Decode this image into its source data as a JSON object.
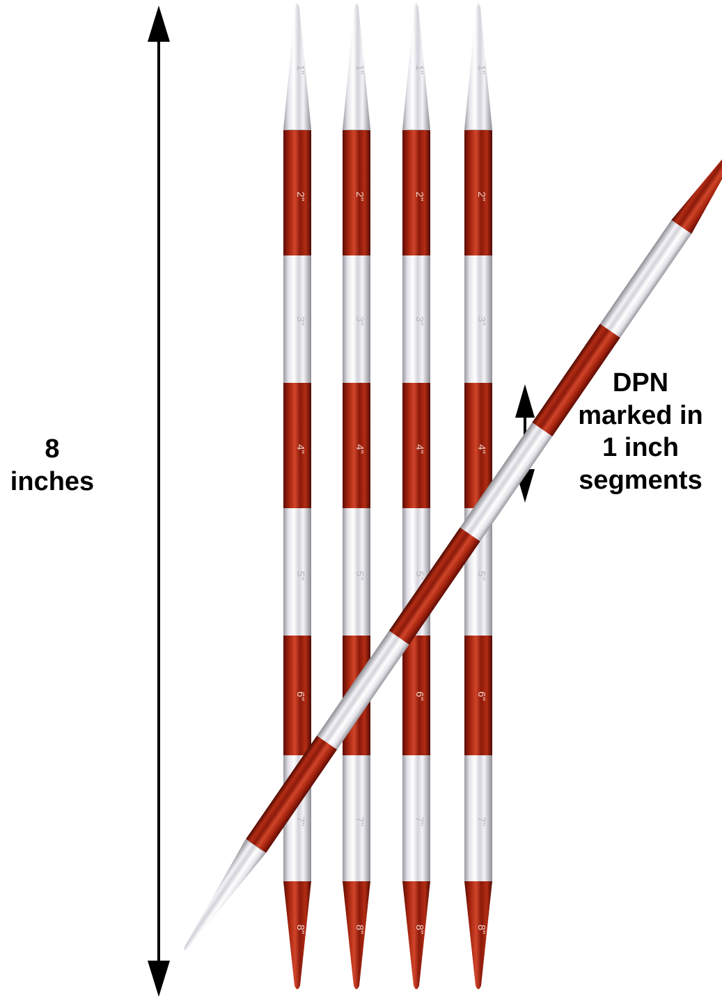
{
  "measurement": {
    "total_length_value": "8",
    "total_length_unit": "inches"
  },
  "callout": {
    "line1": "DPN",
    "line2": "marked in",
    "line3": "1 inch",
    "line4": "segments"
  },
  "needle": {
    "count": 5,
    "segment_marks": [
      "1\"",
      "2\"",
      "3\"",
      "4\"",
      "5\"",
      "6\"",
      "7\"",
      "8\""
    ],
    "colors": {
      "silver": "#e8e6ec",
      "red": "#9a1e10",
      "arrow": "#000000"
    }
  }
}
